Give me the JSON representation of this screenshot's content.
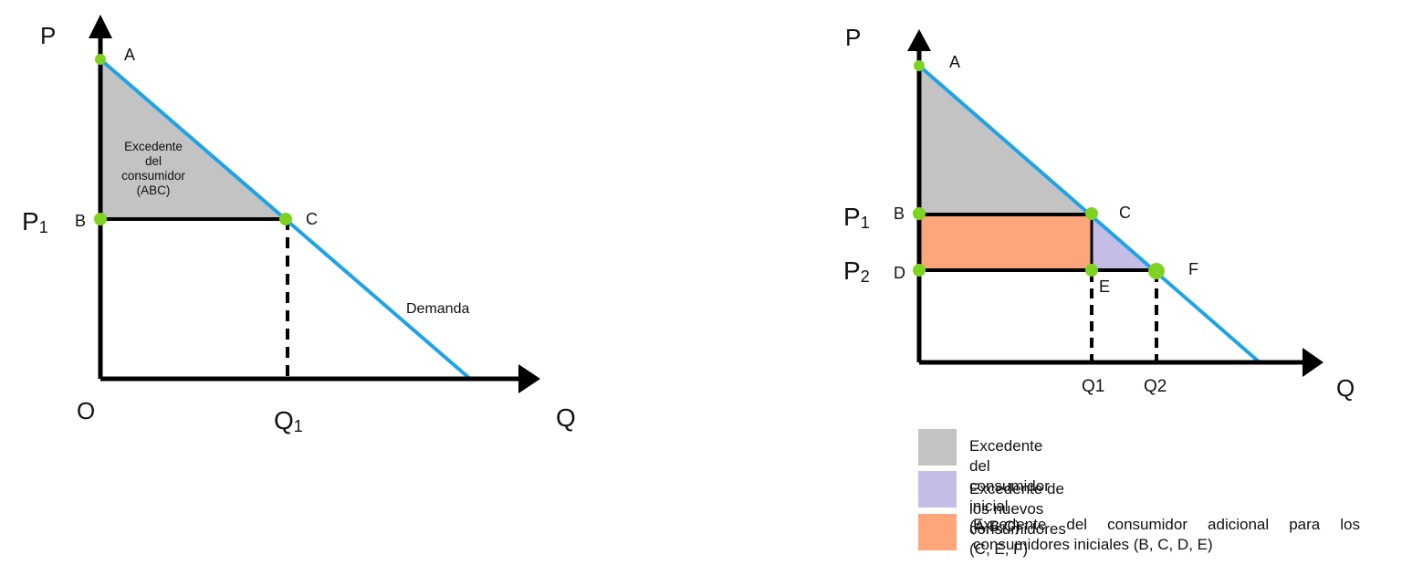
{
  "colors": {
    "axis": "#000000",
    "demand": "#1fa3e6",
    "point": "#7ed321",
    "gray_area": "#c3c3c3",
    "lavender_area": "#c5bde6",
    "orange_area": "#fda679"
  },
  "left_graph": {
    "y_axis_label": "P",
    "x_axis_label": "Q",
    "origin_label": "O",
    "price_label_main": "P",
    "price_label_sub": "1",
    "quantity_label_main": "Q",
    "quantity_label_sub": "1",
    "point_labels": {
      "a": "A",
      "b": "B",
      "c": "C"
    },
    "surplus_label": [
      "Excedente",
      "del",
      "consumidor",
      "(ABC)"
    ],
    "demand_label": "Demanda"
  },
  "right_graph": {
    "y_axis_label": "P",
    "x_axis_label": "Q",
    "p1_main": "P",
    "p1_sub": "1",
    "p2_main": "P",
    "p2_sub": "2",
    "q1_label": "Q1",
    "q2_label": "Q2",
    "point_labels": {
      "a": "A",
      "b": "B",
      "c": "C",
      "d": "D",
      "e": "E",
      "f": "F"
    }
  },
  "legend": [
    {
      "color_key": "gray_area",
      "text": "Excedente del consumidor inicial (A,B,C)"
    },
    {
      "color_key": "lavender_area",
      "text": "Excedente de los nuevos consumidores (C, E, F)"
    },
    {
      "color_key": "orange_area",
      "text": "Excedente del consumidor adicional para los consumidores iniciales (B, C, D, E)"
    }
  ]
}
